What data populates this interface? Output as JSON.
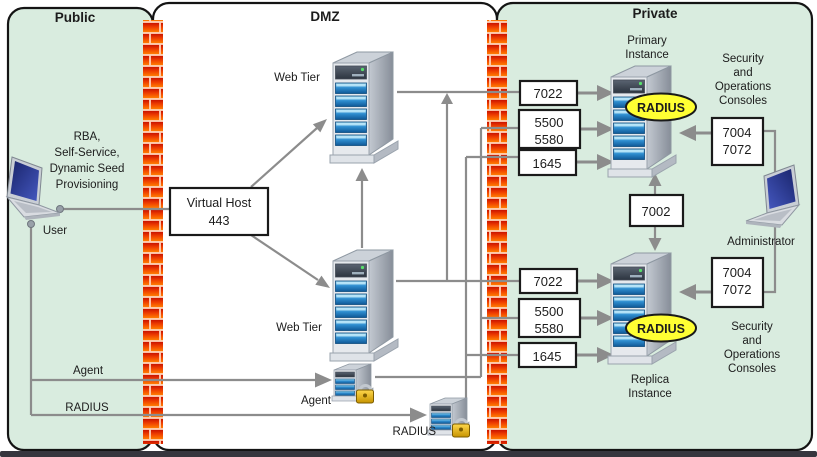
{
  "zones": {
    "public": {
      "title": "Public",
      "services": [
        "RBA,",
        "Self-Service,",
        "Dynamic Seed",
        "Provisioning"
      ],
      "user_label": "User",
      "agent_label": "Agent",
      "radius_label": "RADIUS"
    },
    "dmz": {
      "title": "DMZ",
      "web_tier_top_label": "Web Tier",
      "web_tier_bottom_label": "Web Tier",
      "virtual_host": {
        "name": "Virtual Host",
        "port": "443"
      },
      "agent_label": "Agent",
      "radius_label": "RADIUS"
    },
    "private": {
      "title": "Private",
      "primary": {
        "name_line1": "Primary",
        "name_line2": "Instance",
        "badge": "RADIUS",
        "port_7022": "7022",
        "port_5500": "5500",
        "port_5580": "5580",
        "port_1645": "1645",
        "console_port_7004": "7004",
        "console_port_7072": "7072",
        "console_caption": [
          "Security",
          "and",
          "Operations",
          "Consoles"
        ]
      },
      "replica": {
        "name_line1": "Replica",
        "name_line2": "Instance",
        "badge": "RADIUS",
        "port_7022": "7022",
        "port_5500": "5500",
        "port_5580": "5580",
        "port_1645": "1645",
        "console_port_7004": "7004",
        "console_port_7072": "7072",
        "console_caption": [
          "Security",
          "and",
          "Operations",
          "Consoles"
        ]
      },
      "replication_port": "7002",
      "administrator_label": "Administrator"
    }
  },
  "colors": {
    "zone_fill": "#d9ecdf",
    "dmz_fill": "#ffffff",
    "firewall_brick_dark": "#c81300",
    "firewall_brick_light": "#ff7d00",
    "connector_gray": "#8c8c8c",
    "radius_badge_fill": "#ffff33",
    "box_border": "#1a1a1a"
  }
}
